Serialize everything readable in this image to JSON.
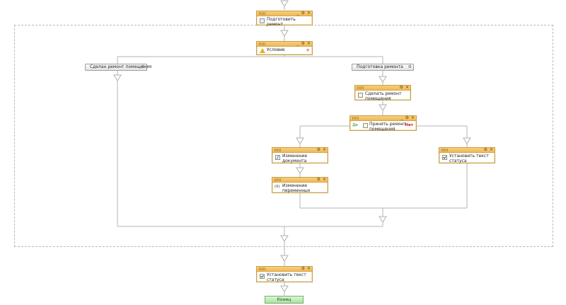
{
  "actions": {
    "prepare": "Подготовить ремонт",
    "condition": "Условие",
    "do_repair": "Сделать ремонт помещения",
    "accept_repair": "Принять ремонт помещения",
    "change_doc": "Изменение документа",
    "change_var": "Изменение переменных",
    "set_status_right": "Установить текст статуса",
    "set_status_bottom": "Установить текст статуса"
  },
  "branches": {
    "left": "Сделан ремонт помещения",
    "right": "Подготовка ремонта"
  },
  "decision": {
    "yes": "Да",
    "no": "Нет"
  },
  "end_label": "Конец",
  "icons": {
    "minimize": "minimize-icon",
    "settings": "gear-icon",
    "close": "close-icon"
  },
  "colors": {
    "header": "#f0bb5c",
    "header_border": "#c4a04f",
    "yes": "#1f8a1f",
    "no": "#c21b1b",
    "end": "#a9e3a0"
  }
}
